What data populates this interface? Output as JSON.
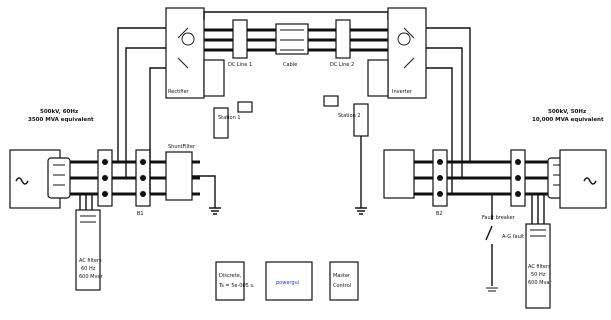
{
  "diagram": {
    "left_source": {
      "line1": "500kV, 60Hz",
      "line2": "3500 MVA equivalent"
    },
    "right_source": {
      "line1": "500kV, 50Hz",
      "line2": "10,000 MVA equivalent"
    },
    "left_transformer": "Rectifier",
    "right_transformer": "Inverter",
    "left_converter": "Station 1",
    "right_converter": "Station 2",
    "dc_line_left": "DC Line 1",
    "dc_line_center": "Cable",
    "dc_line_right": "DC Line 2",
    "left_bus": "B1",
    "right_bus": "B2",
    "left_load": "ShuntFilter",
    "left_filter": {
      "line1": "AC filters",
      "line2": "60 Hz",
      "line3": "600 Mvar"
    },
    "right_filter": {
      "line1": "AC filters",
      "line2": "50 Hz",
      "line3": "600 Mvar"
    },
    "fault_label": "Fault breaker",
    "fault_tag": "A-G fault",
    "discrete_block": {
      "line1": "Discrete,",
      "line2": "Ts = 5e-005 s."
    },
    "powergui_block": {
      "line1": "powergui"
    },
    "scope_block": {
      "line1": "Master",
      "line2": "Control"
    },
    "accent_blue": "#1a33c8"
  }
}
